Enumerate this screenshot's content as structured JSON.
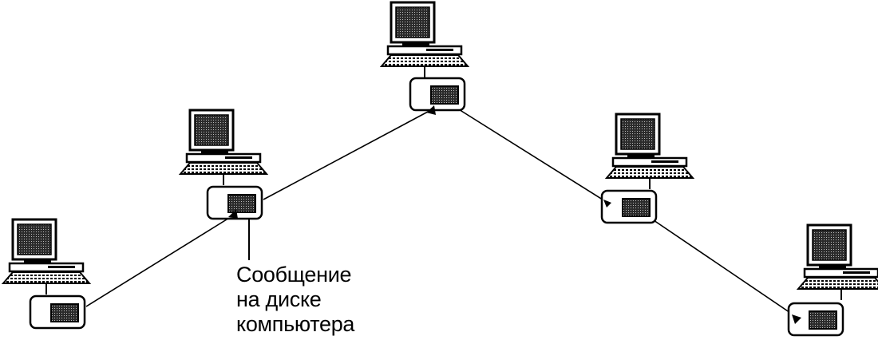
{
  "caption": {
    "lines": [
      "Сообщение",
      "на диске",
      "компьютера"
    ]
  },
  "colors": {
    "ink": "#000000",
    "screen": "#3a3a3a",
    "paper": "#ffffff"
  },
  "icons": {
    "node": "computer-icon",
    "storage": "disk-icon"
  }
}
